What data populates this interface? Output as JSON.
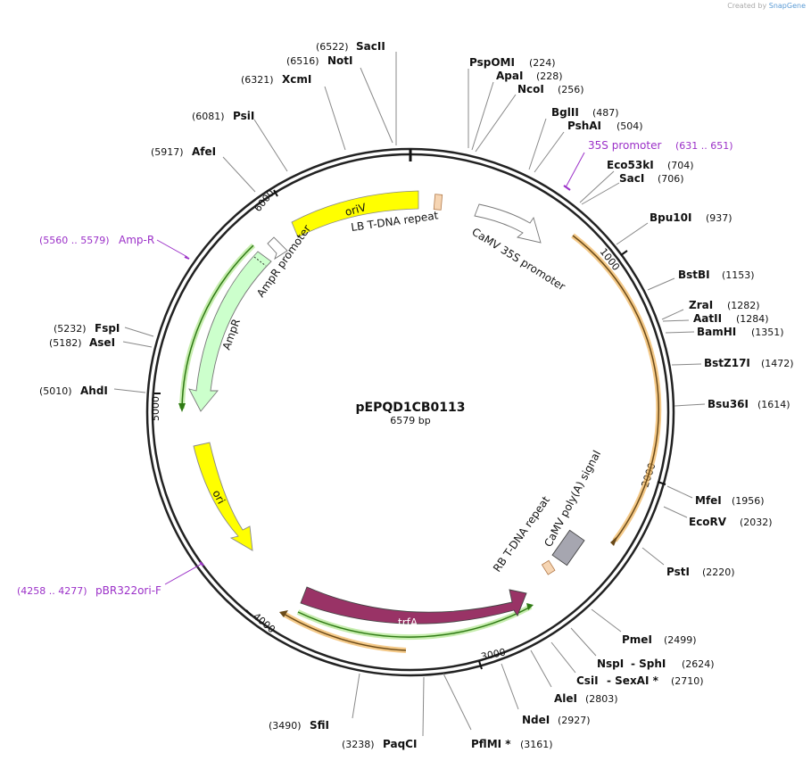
{
  "branding": {
    "prefix": "Created by",
    "name": "SnapGene"
  },
  "plasmid": {
    "name": "pEPQD1CB0113",
    "size_label": "6579 bp",
    "length": 6579
  },
  "ticks": [
    "1000",
    "2000",
    "3000",
    "4000",
    "5000",
    "6000"
  ],
  "enzymes": [
    {
      "name": "SacII",
      "pos": "(6522)"
    },
    {
      "name": "NotI",
      "pos": "(6516)"
    },
    {
      "name": "XcmI",
      "pos": "(6321)"
    },
    {
      "name": "PsiI",
      "pos": "(6081)"
    },
    {
      "name": "AfeI",
      "pos": "(5917)"
    },
    {
      "name": "PspOMI",
      "pos": "(224)"
    },
    {
      "name": "ApaI",
      "pos": "(228)"
    },
    {
      "name": "NcoI",
      "pos": "(256)"
    },
    {
      "name": "BglII",
      "pos": "(487)"
    },
    {
      "name": "PshAI",
      "pos": "(504)"
    },
    {
      "name": "Eco53kI",
      "pos": "(704)"
    },
    {
      "name": "SacI",
      "pos": "(706)"
    },
    {
      "name": "Bpu10I",
      "pos": "(937)"
    },
    {
      "name": "BstBI",
      "pos": "(1153)"
    },
    {
      "name": "ZraI",
      "pos": "(1282)"
    },
    {
      "name": "AatII",
      "pos": "(1284)"
    },
    {
      "name": "BamHI",
      "pos": "(1351)"
    },
    {
      "name": "BstZ17I",
      "pos": "(1472)"
    },
    {
      "name": "Bsu36I",
      "pos": "(1614)"
    },
    {
      "name": "MfeI",
      "pos": "(1956)"
    },
    {
      "name": "EcoRV",
      "pos": "(2032)"
    },
    {
      "name": "PstI",
      "pos": "(2220)"
    },
    {
      "name": "PmeI",
      "pos": "(2499)"
    },
    {
      "name": "NspI",
      "pos": ""
    },
    {
      "name": "- SphI",
      "pos": "(2624)"
    },
    {
      "name": "CsiI",
      "pos": ""
    },
    {
      "name": "- SexAI *",
      "pos": "(2710)"
    },
    {
      "name": "AleI",
      "pos": "(2803)"
    },
    {
      "name": "NdeI",
      "pos": "(2927)"
    },
    {
      "name": "PflMI *",
      "pos": "(3161)"
    },
    {
      "name": "PaqCI",
      "pos": "(3238)"
    },
    {
      "name": "SfiI",
      "pos": "(3490)"
    },
    {
      "name": "FspI",
      "pos": "(5232)"
    },
    {
      "name": "AseI",
      "pos": "(5182)"
    },
    {
      "name": "AhdI",
      "pos": "(5010)"
    }
  ],
  "primers": [
    {
      "name": "35S promoter",
      "range": "(631 .. 651)"
    },
    {
      "name": "Amp-R",
      "range": "(5560 .. 5579)"
    },
    {
      "name": "pBR322ori-F",
      "range": "(4258 .. 4277)"
    }
  ],
  "features": [
    {
      "label": "oriV",
      "color": "#ffff00"
    },
    {
      "label": "LB T-DNA repeat",
      "color": "#f6d5b3"
    },
    {
      "label": "CaMV 35S promoter",
      "color": "#ffffff"
    },
    {
      "label": "AmpR promoter",
      "color": "#ffffff"
    },
    {
      "label": "AmpR",
      "color": "#ccffcc"
    },
    {
      "label": "ori",
      "color": "#ffff00"
    },
    {
      "label": "trfA",
      "color": "#993366"
    },
    {
      "label": "RB T-DNA repeat",
      "color": "#f6d5b3"
    },
    {
      "label": "CaMV poly(A) signal",
      "color": "#a6a6b0"
    }
  ],
  "colors": {
    "orf_orange": "#f0b256",
    "orf_green": "#2f7a14",
    "primer": "#9b30c8"
  }
}
